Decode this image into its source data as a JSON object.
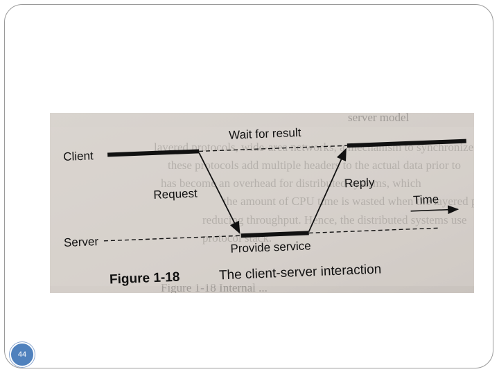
{
  "slide": {
    "page_number": "44"
  },
  "figure": {
    "labels": {
      "client": "Client",
      "server": "Server",
      "wait": "Wait for result",
      "request": "Request",
      "reply": "Reply",
      "time": "Time",
      "provide": "Provide service"
    },
    "caption_number": "Figure 1-18",
    "caption_title": "The client-server interaction",
    "header_fragment": "server model",
    "background_lines": [
      "layered protocols, wide-area networks, a mechanism to synchronize",
      "these protocols add multiple headers to the actual data prior to",
      "has become an overhead for distributed systems, which",
      "the amount of CPU time is wasted when the layered protocols",
      "reducing throughput. Hence, the distributed systems use",
      "protocol stack.",
      "Figure 1-18 Internal ..."
    ]
  },
  "colors": {
    "badge": "#4f81bd",
    "paper": "#d6d0cb",
    "ink": "#111111"
  }
}
